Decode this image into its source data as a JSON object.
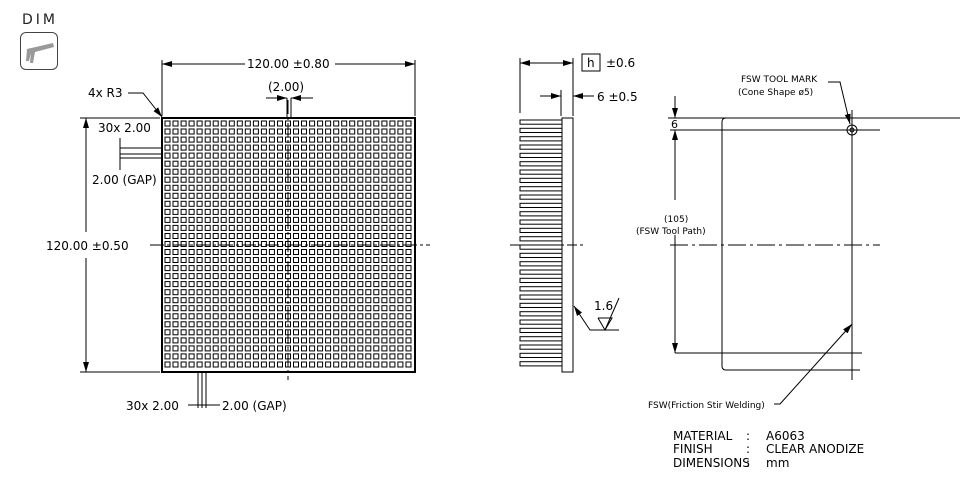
{
  "toolbar": {
    "dim_label": "DIM",
    "dim_icon": "caliper-icon"
  },
  "top_view": {
    "width_dim": "120.00 ±0.80",
    "corner_radius": "4x R3",
    "pitch_ref": "(2.00)",
    "height_dim": "120.00 ±0.50",
    "row_pins": "30x 2.00",
    "row_gap": "2.00 (GAP)",
    "col_pins": "30x 2.00",
    "col_gap": "2.00 (GAP)",
    "pin_grid_count": 31
  },
  "side_view": {
    "height_symbol": "h",
    "height_tol": "±0.6",
    "base_dim": "6 ±0.5",
    "roughness": "1.6",
    "fin_count": 30
  },
  "back_view": {
    "tool_mark_line1": "FSW TOOL MARK",
    "tool_mark_line2": "(Cone Shape ø5)",
    "offset_dim": "6",
    "path_dim": "(105)",
    "path_label": "(FSW Tool Path)",
    "fsw_note": "FSW(Friction Stir Welding)"
  },
  "notes": [
    {
      "label": "MATERIAL",
      "sep": ":",
      "value": "A6063"
    },
    {
      "label": "FINISH",
      "sep": ":",
      "value": "CLEAR ANODIZE"
    },
    {
      "label": "DIMENSIONS",
      "sep": ":",
      "value": "mm"
    }
  ]
}
